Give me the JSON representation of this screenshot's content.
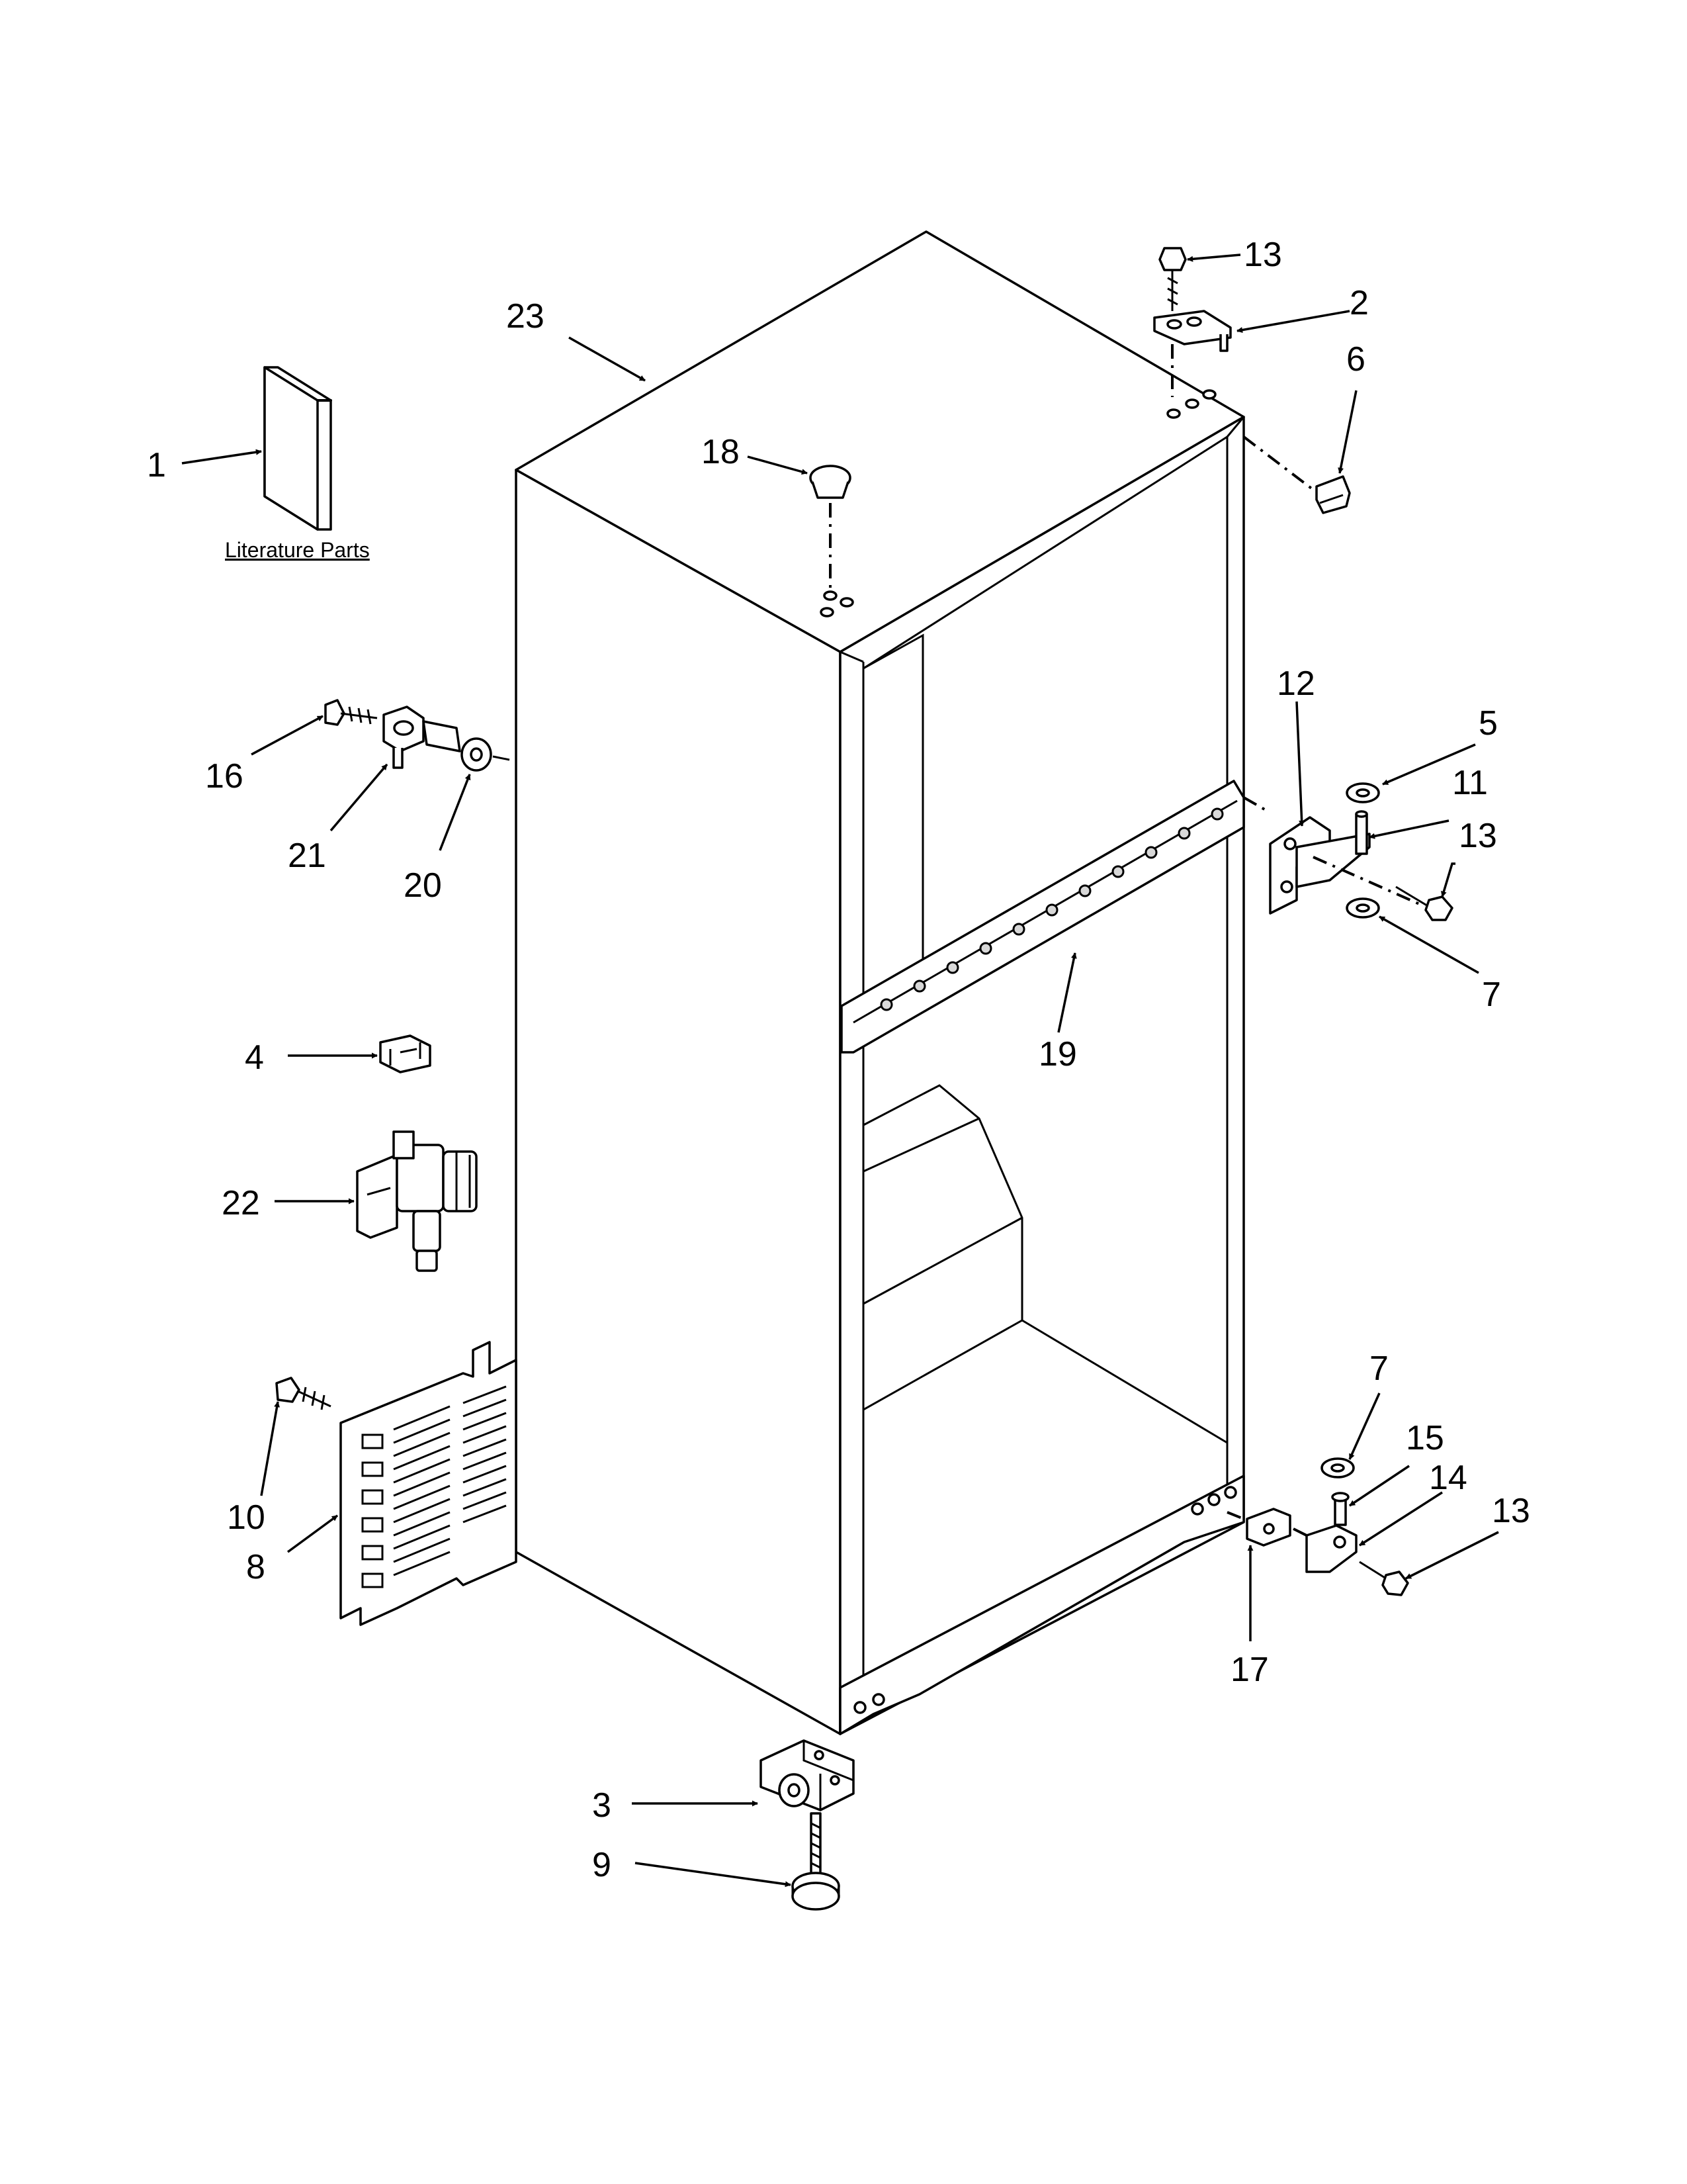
{
  "literature_caption": "Literature Parts",
  "callouts": {
    "c1": "1",
    "c2": "2",
    "c3": "3",
    "c4": "4",
    "c5": "5",
    "c6": "6",
    "c7a": "7",
    "c7b": "7",
    "c8": "8",
    "c9": "9",
    "c10": "10",
    "c11": "11",
    "c12": "12",
    "c13a": "13",
    "c13b": "13",
    "c13c": "13",
    "c14": "14",
    "c15": "15",
    "c16": "16",
    "c17": "17",
    "c18": "18",
    "c19": "19",
    "c20": "20",
    "c21": "21",
    "c22": "22",
    "c23": "23"
  }
}
